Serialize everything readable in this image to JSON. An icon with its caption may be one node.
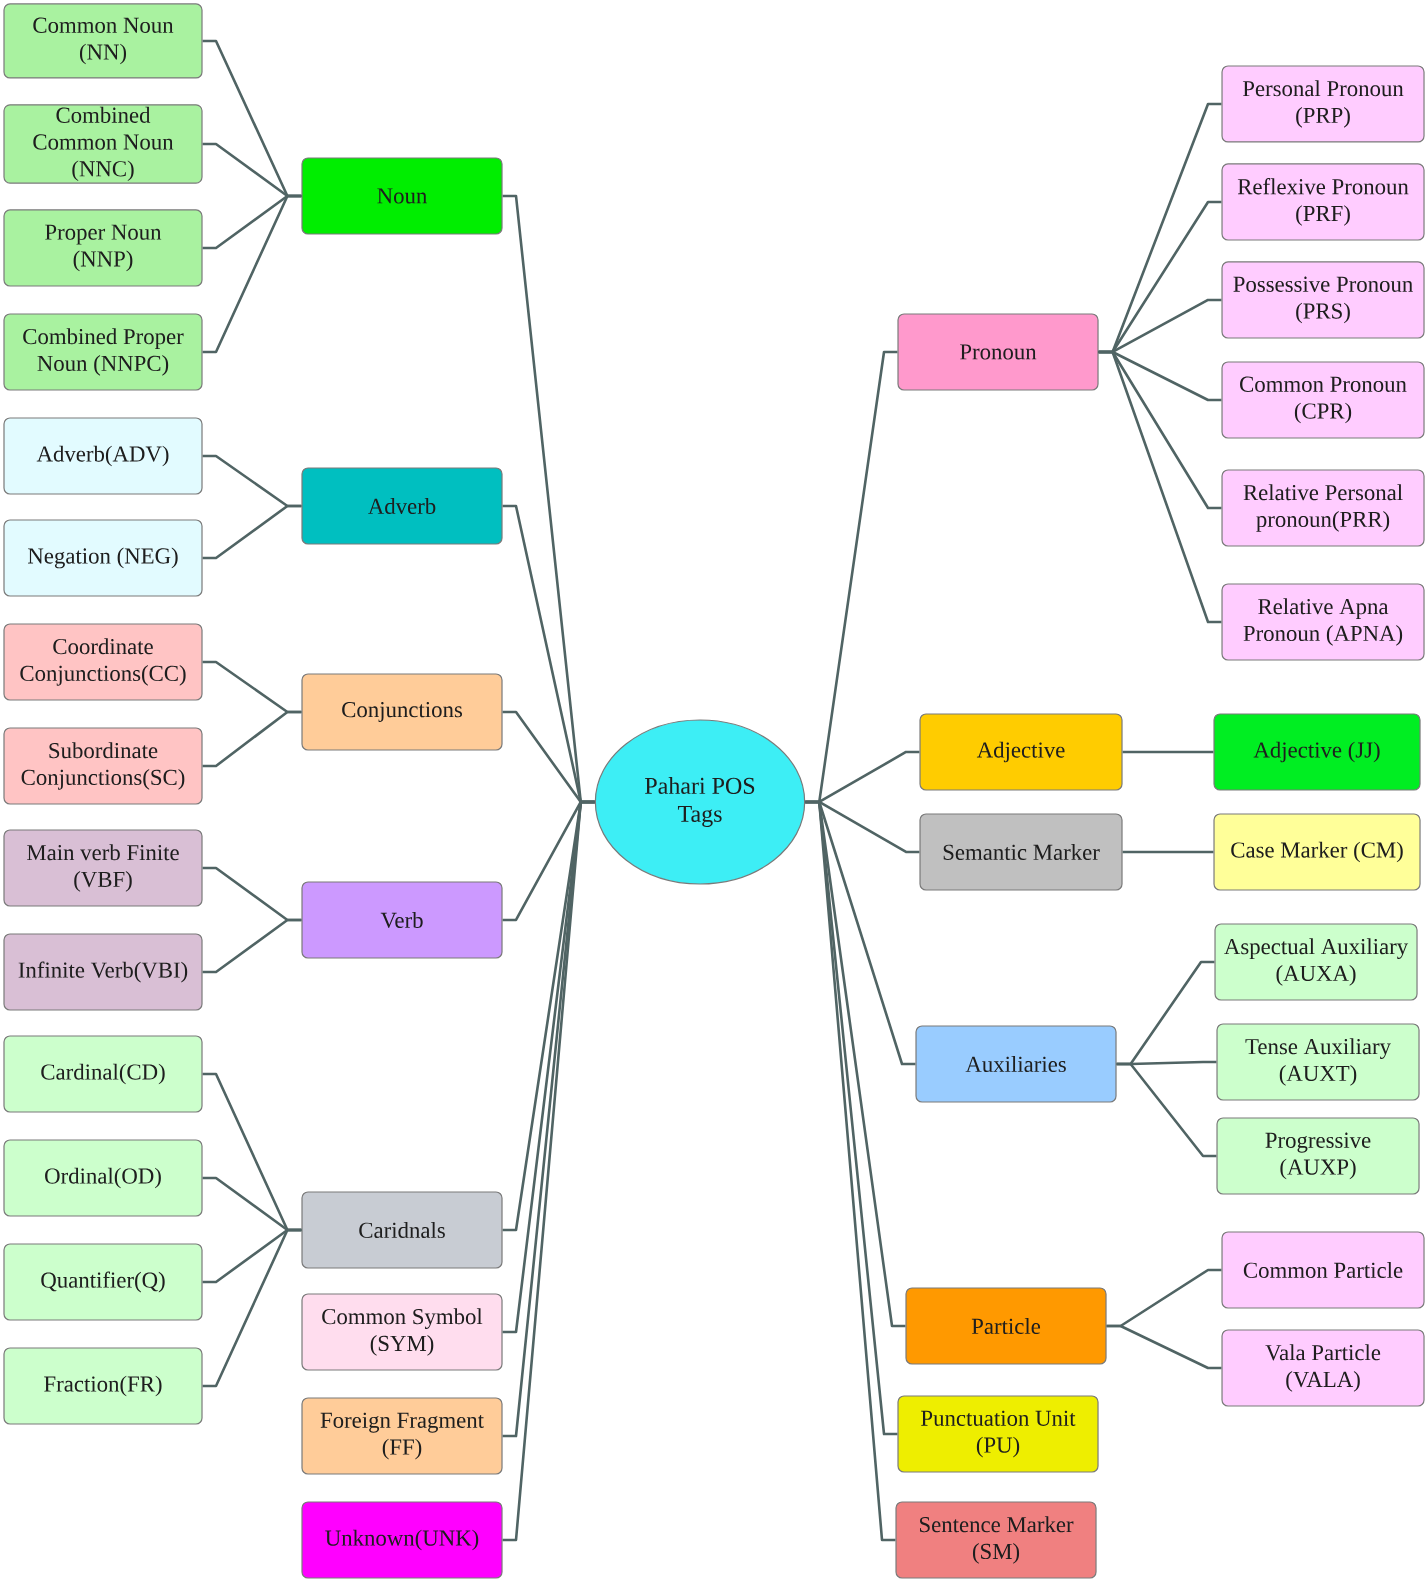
{
  "diagram": {
    "nodes": [
      {
        "text": [
          "Pahari POS Tags"
        ]
      },
      {
        "text": [
          "Noun"
        ]
      },
      {
        "text": [
          "Common Noun (NN)"
        ]
      },
      {
        "text": [
          "Combined Common Noun (NNC)"
        ]
      },
      {
        "text": [
          "Proper Noun (NNP)"
        ]
      },
      {
        "text": [
          "Combined Proper Noun (NNPC)"
        ]
      },
      {
        "text": [
          "Adverb"
        ]
      },
      {
        "text": [
          "Adverb(ADV)"
        ]
      },
      {
        "text": [
          "Negation (NEG)"
        ]
      },
      {
        "text": [
          "Conjunctions"
        ]
      },
      {
        "text": [
          "Coordinate Conjunctions(CC)"
        ]
      },
      {
        "text": [
          "Subordinate Conjunctions(SC)"
        ]
      },
      {
        "text": [
          "Verb"
        ]
      },
      {
        "text": [
          "Main verb Finite (VBF)"
        ]
      },
      {
        "text": [
          "Infinite Verb(VBI)"
        ]
      },
      {
        "text": [
          "Caridnals"
        ]
      },
      {
        "text": [
          "Cardinal(CD)"
        ]
      },
      {
        "text": [
          "Ordinal(OD)"
        ]
      },
      {
        "text": [
          "Quantifier(Q)"
        ]
      },
      {
        "text": [
          "Fraction(FR)"
        ]
      },
      {
        "text": [
          "Common Symbol (SYM)"
        ]
      },
      {
        "text": [
          "Foreign Fragment (FF)"
        ]
      },
      {
        "text": [
          "Unknown(UNK)"
        ]
      },
      {
        "text": [
          "Pronoun"
        ]
      },
      {
        "text": [
          "Personal Pronoun (PRP)"
        ]
      },
      {
        "text": [
          "Reflexive Pronoun (PRF)"
        ]
      },
      {
        "text": [
          "Possessive Pronoun (PRS)"
        ]
      },
      {
        "text": [
          "Common Pronoun (CPR)"
        ]
      },
      {
        "text": [
          "Relative Personal pronoun(PRR)"
        ]
      },
      {
        "text": [
          "Relative Apna Pronoun (APNA)"
        ]
      },
      {
        "text": [
          "Adjective"
        ]
      },
      {
        "text": [
          "Adjective (JJ)"
        ]
      },
      {
        "text": [
          "Semantic Marker"
        ]
      },
      {
        "text": [
          "Case Marker (CM)"
        ]
      },
      {
        "text": [
          "Auxiliaries"
        ]
      },
      {
        "text": [
          "Aspectual Auxiliary (AUXA)"
        ]
      },
      {
        "text": [
          "Tense Auxiliary (AUXT)"
        ]
      },
      {
        "text": [
          "Progressive (AUXP)"
        ]
      },
      {
        "text": [
          "Particle"
        ]
      },
      {
        "text": [
          "Common Particle"
        ]
      },
      {
        "text": [
          "Vala Particle (VALA)"
        ]
      },
      {
        "text": [
          "Punctuation Unit (PU)"
        ]
      },
      {
        "text": [
          "Sentence Marker (SM)"
        ]
      }
    ],
    "edges": [
      {
        "from": 0,
        "to": 1,
        "arrow": "none"
      },
      {
        "from": 1,
        "to": 2,
        "arrow": "none"
      },
      {
        "from": 1,
        "to": 3,
        "arrow": "none"
      },
      {
        "from": 1,
        "to": 4,
        "arrow": "none"
      },
      {
        "from": 1,
        "to": 5,
        "arrow": "none"
      },
      {
        "from": 0,
        "to": 6,
        "arrow": "none"
      },
      {
        "from": 6,
        "to": 7,
        "arrow": "none"
      },
      {
        "from": 6,
        "to": 8,
        "arrow": "none"
      },
      {
        "from": 0,
        "to": 9,
        "arrow": "none"
      },
      {
        "from": 9,
        "to": 10,
        "arrow": "none"
      },
      {
        "from": 9,
        "to": 11,
        "arrow": "none"
      },
      {
        "from": 0,
        "to": 12,
        "arrow": "none"
      },
      {
        "from": 12,
        "to": 13,
        "arrow": "none"
      },
      {
        "from": 12,
        "to": 14,
        "arrow": "none"
      },
      {
        "from": 0,
        "to": 15,
        "arrow": "none"
      },
      {
        "from": 15,
        "to": 16,
        "arrow": "none"
      },
      {
        "from": 15,
        "to": 17,
        "arrow": "none"
      },
      {
        "from": 15,
        "to": 18,
        "arrow": "none"
      },
      {
        "from": 15,
        "to": 19,
        "arrow": "none"
      },
      {
        "from": 0,
        "to": 20,
        "arrow": "none"
      },
      {
        "from": 0,
        "to": 21,
        "arrow": "none"
      },
      {
        "from": 0,
        "to": 22,
        "arrow": "none"
      },
      {
        "from": 0,
        "to": 23,
        "arrow": "none"
      },
      {
        "from": 23,
        "to": 24,
        "arrow": "none"
      },
      {
        "from": 23,
        "to": 25,
        "arrow": "none"
      },
      {
        "from": 23,
        "to": 26,
        "arrow": "none"
      },
      {
        "from": 23,
        "to": 27,
        "arrow": "none"
      },
      {
        "from": 23,
        "to": 28,
        "arrow": "none"
      },
      {
        "from": 23,
        "to": 29,
        "arrow": "none"
      },
      {
        "from": 0,
        "to": 30,
        "arrow": "none"
      },
      {
        "from": 30,
        "to": 31,
        "arrow": "none"
      },
      {
        "from": 0,
        "to": 32,
        "arrow": "none"
      },
      {
        "from": 32,
        "to": 33,
        "arrow": "none"
      },
      {
        "from": 0,
        "to": 34,
        "arrow": "none"
      },
      {
        "from": 34,
        "to": 35,
        "arrow": "none"
      },
      {
        "from": 34,
        "to": 36,
        "arrow": "none"
      },
      {
        "from": 34,
        "to": 37,
        "arrow": "none"
      },
      {
        "from": 0,
        "to": 38,
        "arrow": "none"
      },
      {
        "from": 38,
        "to": 39,
        "arrow": "none"
      },
      {
        "from": 38,
        "to": 40,
        "arrow": "none"
      },
      {
        "from": 0,
        "to": 41,
        "arrow": "none"
      },
      {
        "from": 0,
        "to": 42,
        "arrow": "none"
      }
    ]
  }
}
